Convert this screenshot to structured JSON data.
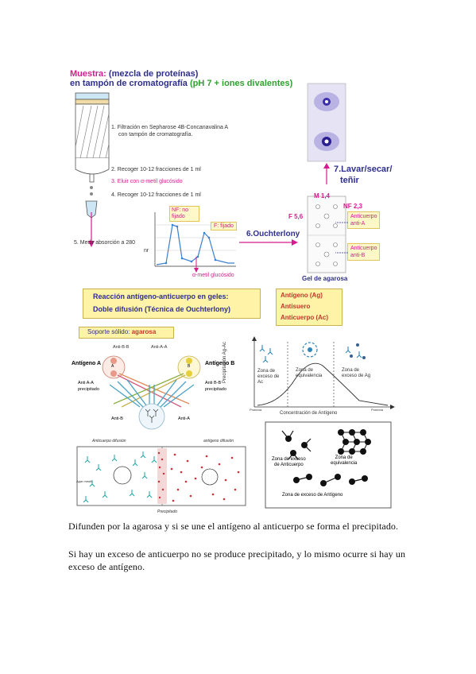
{
  "top": {
    "muestra_label": "Muestra:",
    "muestra_rest": "(mezcla de proteínas)",
    "tampon": "en tampón de cromatografía",
    "tampon_green": "(pH 7 + iones divalentes)",
    "step1a": "1. Filtración en Sepharose 4B-Concanavalina A",
    "step1b": "con tampón de cromatografía.",
    "step2": "2. Recoger 10-12 fracciones de 1 ml",
    "step3": "3. Eluir con α-metil glucósido",
    "step4": "4. Recoger 10-12 fracciones de 1 ml",
    "step5a": "5. Medir absorción a 280",
    "step5b": "nm",
    "nf_label": "NF: no fijado",
    "f_label": "F: fijado",
    "eluent_label": "α-metil glucósido",
    "step6": "6.Ouchterlony",
    "step7a": "7.Lavar/secar/",
    "step7b": "teñir",
    "gel_m": "M 1,4",
    "gel_nf": "NF 2,3",
    "gel_f": "F 5,6",
    "anti_a1": "Anticuerpo",
    "anti_a2": "anti-A",
    "anti_b1": "Anticuerpo",
    "anti_b2": "anti-B",
    "gel_caption": "Gel de agarosa"
  },
  "middle": {
    "title1": "Reacción antígeno-anticuerpo en geles:",
    "title2": "Doble difusión (Técnica de Ouchterlony)",
    "ag": "Antígeno (Ag)",
    "antisuero": "Antisuero",
    "ac": "Anticuerpo (Ac)",
    "soporte_label": "Soporte sólido:",
    "soporte_value": "agarosa"
  },
  "diagram_left": {
    "antigen_a": "Antígeno A",
    "antigen_b": "Antígeno B",
    "anti_bb": "Anti-B-B",
    "anti_aa_top": "Anti-A-A",
    "anti_aa_prec1": "Anti A-A",
    "anti_aa_prec2": "precipitado",
    "anti_bb_prec1": "Anti B-B",
    "anti_bb_prec2": "precipitado",
    "anti_b_bottom": "Anti-B",
    "anti_a_bottom": "Anti-A",
    "a_letter": "A",
    "b_letter": "B"
  },
  "curve": {
    "ylabel": "Precipitación Ag-Ac",
    "xlabel": "Concentración de Antígeno",
    "zone1a": "Zona de",
    "zone1b": "exceso de",
    "zone1c": "Ac",
    "zone2a": "Zona de",
    "zone2b": "equivalencia",
    "zone3a": "Zona de",
    "zone3b": "exceso de Ag",
    "x_left": "Proteína",
    "x_right": "Proteína"
  },
  "sketch": {
    "label1": "Anticuerpo difusión",
    "label2": "antígeno difusión",
    "label3": "Agar medio",
    "label4": "Precipitado"
  },
  "zones": {
    "z1a": "Zona  de   exceso",
    "z1b": "de Anticuerpo",
    "z2a": "Zona de",
    "z2b": "equivalencia",
    "z3": "Zona de  exceso de Antígeno"
  },
  "text": {
    "p1": "Difunden por la agarosa y si se une el antígeno al anticuerpo se forma el precipitado.",
    "p2": "Si hay un exceso de anticuerpo no se produce precipitado, y lo mismo ocurre si hay un exceso de antígeno."
  }
}
